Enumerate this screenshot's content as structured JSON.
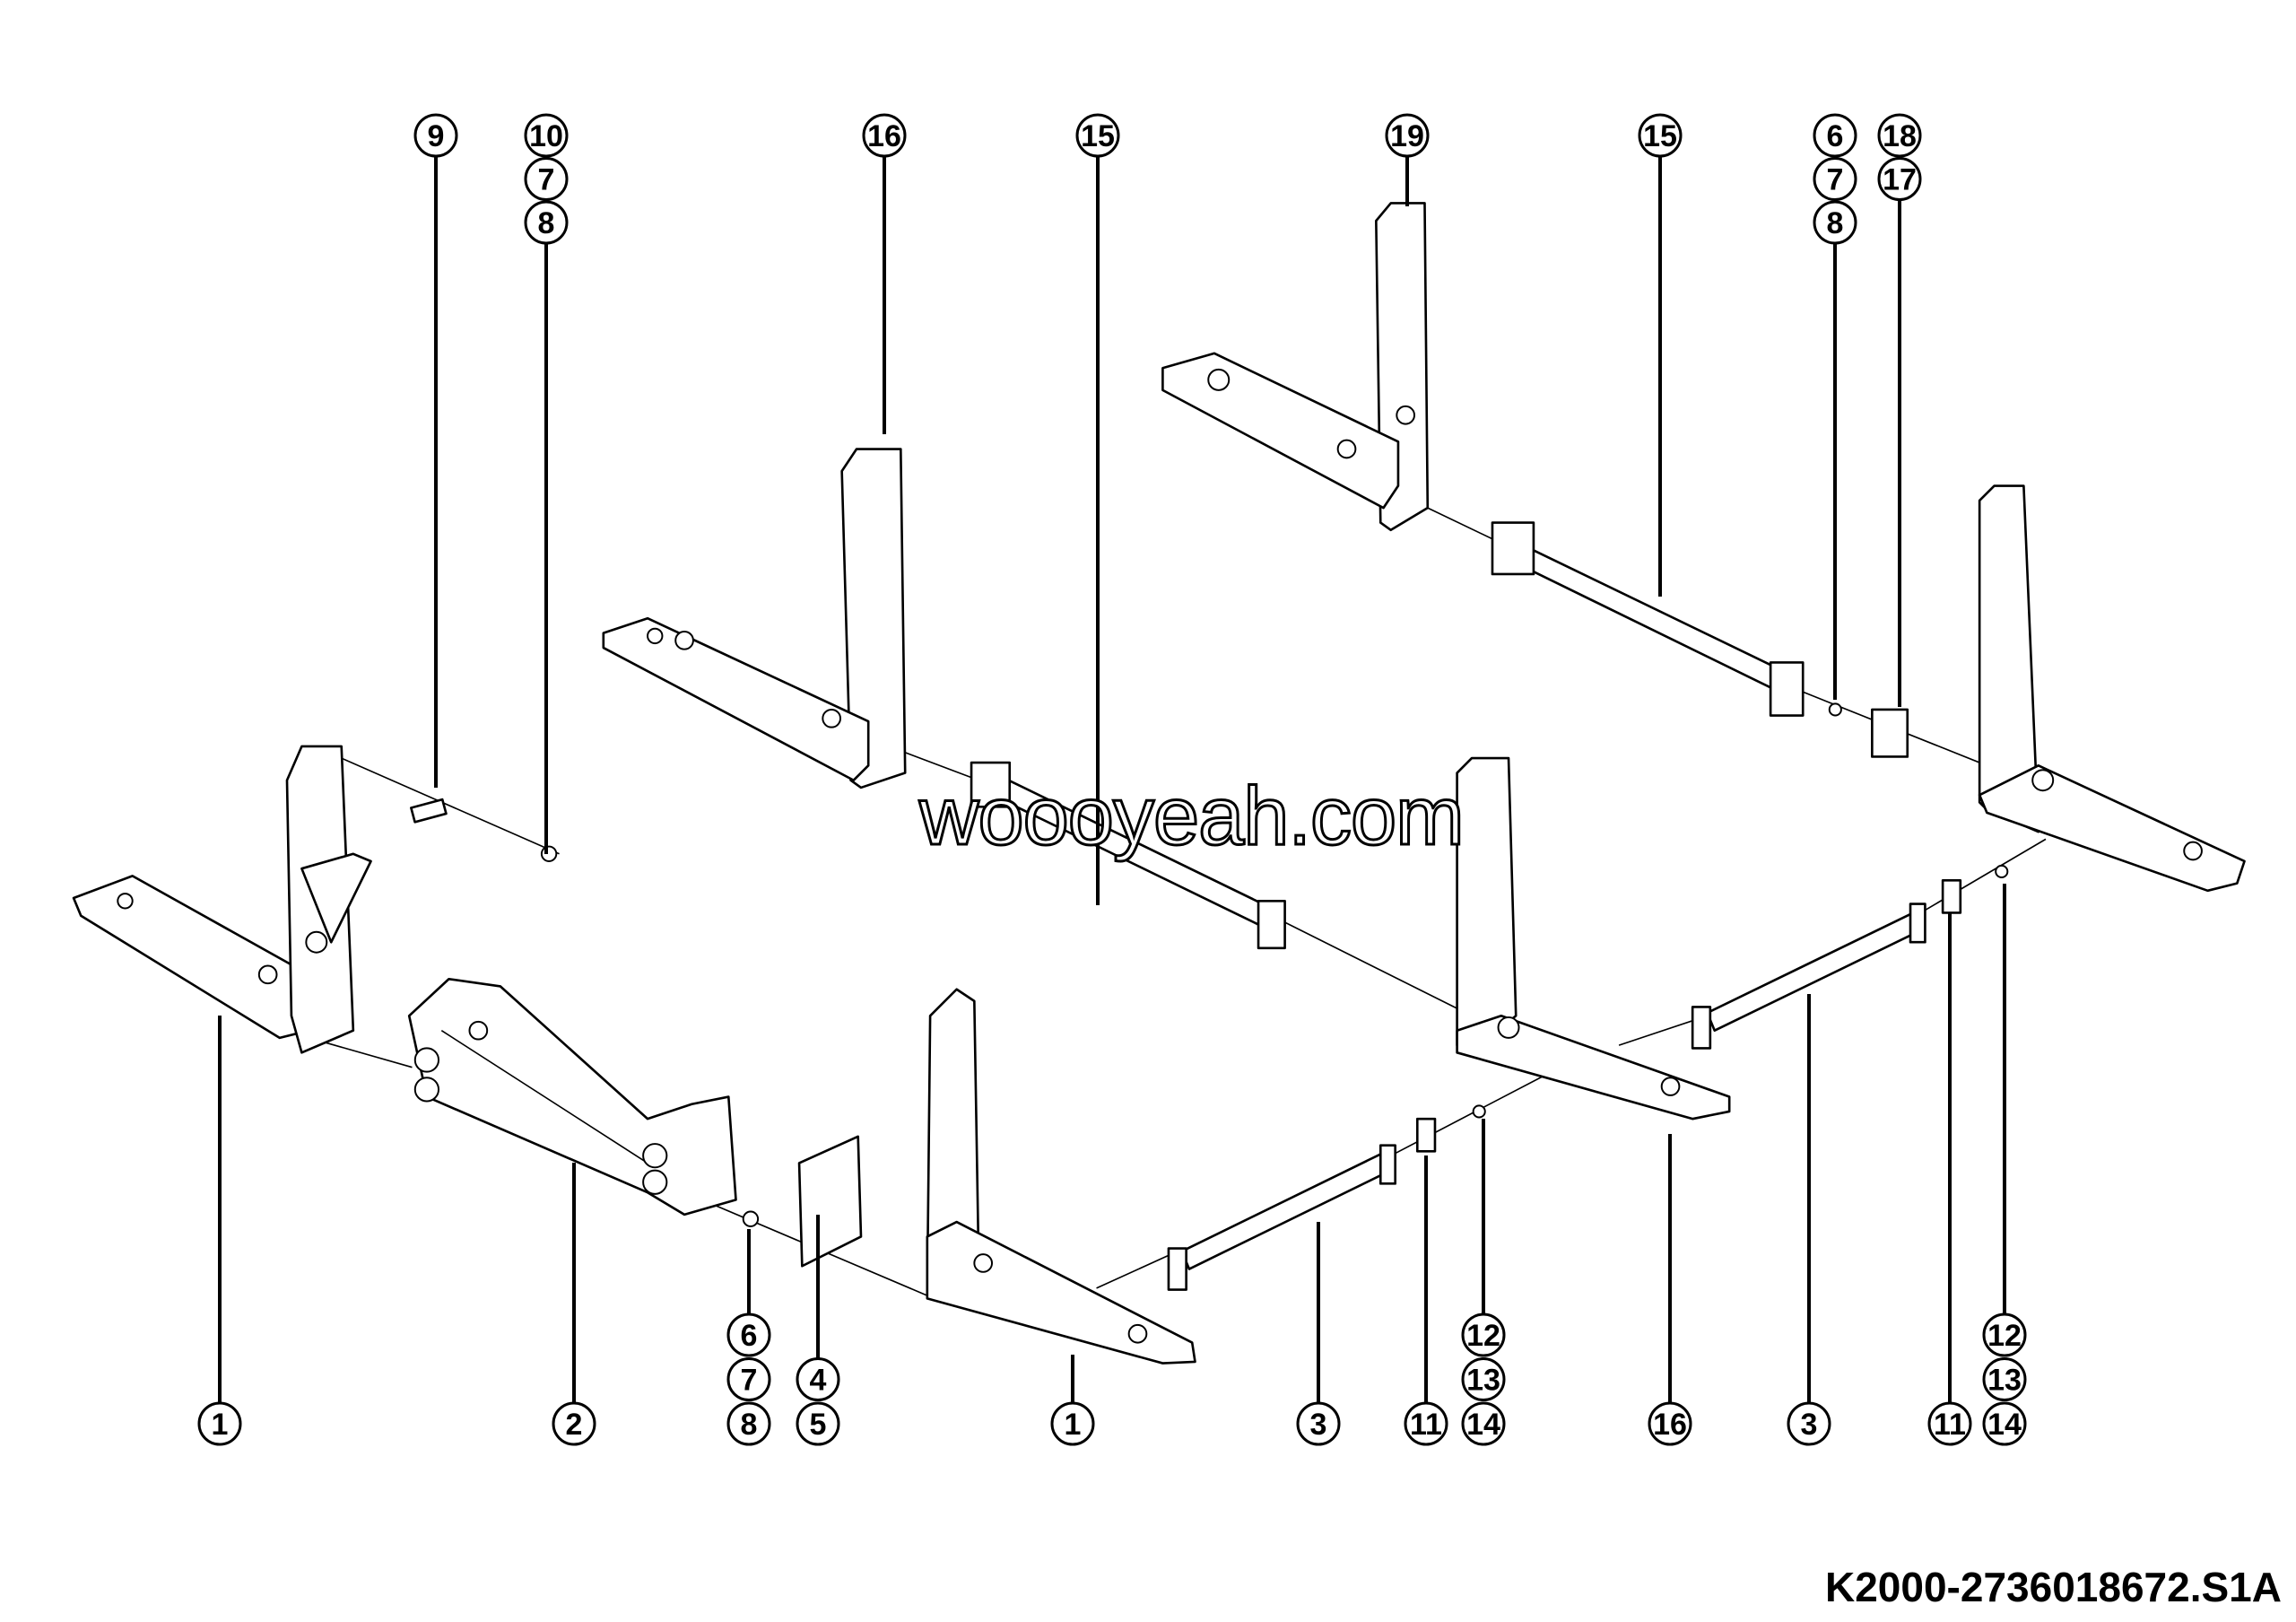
{
  "diagram": {
    "drawing_number": "K2000-2736018672.S1A",
    "watermark": "woooyeah.com",
    "callouts_top": [
      {
        "id": "c9",
        "labels": [
          "9"
        ]
      },
      {
        "id": "c10",
        "labels": [
          "10",
          "7",
          "8"
        ]
      },
      {
        "id": "c16a",
        "labels": [
          "16"
        ]
      },
      {
        "id": "c15a",
        "labels": [
          "15"
        ]
      },
      {
        "id": "c19",
        "labels": [
          "19"
        ]
      },
      {
        "id": "c15b",
        "labels": [
          "15"
        ]
      },
      {
        "id": "c6a",
        "labels": [
          "6",
          "7",
          "8"
        ]
      },
      {
        "id": "c18",
        "labels": [
          "18",
          "17"
        ]
      }
    ],
    "callouts_bottom": [
      {
        "id": "c1a",
        "labels": [
          "1"
        ]
      },
      {
        "id": "c2",
        "labels": [
          "2"
        ]
      },
      {
        "id": "c6b",
        "labels": [
          "6",
          "7",
          "8"
        ]
      },
      {
        "id": "c4",
        "labels": [
          "4",
          "5"
        ]
      },
      {
        "id": "c1b",
        "labels": [
          "1"
        ]
      },
      {
        "id": "c3a",
        "labels": [
          "3"
        ]
      },
      {
        "id": "c11a",
        "labels": [
          "11"
        ]
      },
      {
        "id": "c12a",
        "labels": [
          "12",
          "13",
          "14"
        ]
      },
      {
        "id": "c16b",
        "labels": [
          "16"
        ]
      },
      {
        "id": "c3b",
        "labels": [
          "3"
        ]
      },
      {
        "id": "c11b",
        "labels": [
          "11"
        ]
      },
      {
        "id": "c12b",
        "labels": [
          "12",
          "13",
          "14"
        ]
      }
    ]
  }
}
